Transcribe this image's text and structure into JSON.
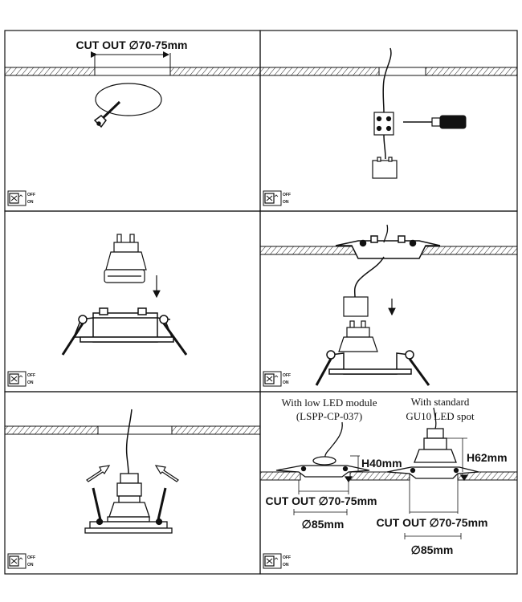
{
  "panels": [
    {
      "id": "step-1-cut-hole",
      "cutout_label": "CUT OUT ∅70-75mm",
      "switch_off": "OFF",
      "switch_on": "ON"
    },
    {
      "id": "step-2-connect-wires",
      "switch_off": "OFF",
      "switch_on": "ON"
    },
    {
      "id": "step-3-insert-lamp",
      "switch_off": "OFF",
      "switch_on": "ON"
    },
    {
      "id": "step-4-connect-lamp",
      "switch_off": "OFF",
      "switch_on": "ON"
    },
    {
      "id": "step-5-mount-fixture",
      "switch_off": "OFF",
      "switch_on": "ON"
    },
    {
      "id": "step-6-dimensions",
      "low_module_caption_1": "With low LED module",
      "low_module_caption_2": "(LSPP-CP-037)",
      "standard_caption_1": "With standard",
      "standard_caption_2": "GU10 LED spot",
      "height_low": "H40mm",
      "height_standard": "H62mm",
      "cutout_low": "CUT OUT ∅70-75mm",
      "cutout_standard": "CUT OUT ∅70-75mm",
      "diameter_low": "∅85mm",
      "diameter_standard": "∅85mm",
      "switch_off": "OFF",
      "switch_on": "ON"
    }
  ],
  "colors": {
    "line": "#111111",
    "hatch": "#222222",
    "background": "#ffffff"
  }
}
